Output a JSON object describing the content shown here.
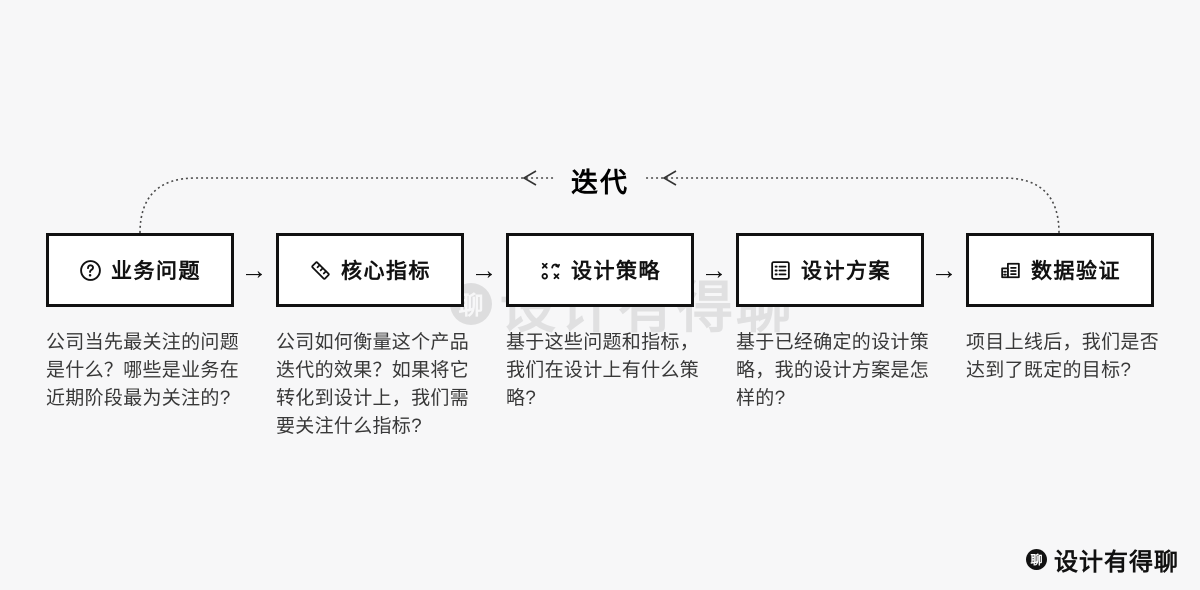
{
  "flow": {
    "iteration_label": "迭代",
    "arrow": "→",
    "steps": [
      {
        "icon": "question-circle-icon",
        "title": "业务问题",
        "description": "公司当先最关注的问题是什么？哪些是业务在近期阶段最为关注的?"
      },
      {
        "icon": "ruler-icon",
        "title": "核心指标",
        "description": "公司如何衡量这个产品迭代的效果？如果将它转化到设计上，我们需要关注什么指标?"
      },
      {
        "icon": "strategy-icon",
        "title": "设计策略",
        "description": "基于这些问题和指标，我们在设计上有什么策略?"
      },
      {
        "icon": "checklist-icon",
        "title": "设计方案",
        "description": "基于已经确定的设计策略，我的设计方案是怎样的?"
      },
      {
        "icon": "report-chart-icon",
        "title": "数据验证",
        "description": "项目上线后，我们是否达到了既定的目标?"
      }
    ]
  },
  "watermark": {
    "badge": "聊",
    "text": "设计有得聊"
  },
  "brand": {
    "badge": "聊",
    "text": "设计有得聊"
  },
  "colors": {
    "background": "#f7f7f8",
    "box_fill": "#ffffff",
    "box_border": "#111111",
    "title_text": "#111111",
    "description_text": "#383838",
    "dotted_line": "#4a4a4a",
    "watermark_text": "rgba(0,0,0,0.09)",
    "brand_text": "#111111"
  }
}
